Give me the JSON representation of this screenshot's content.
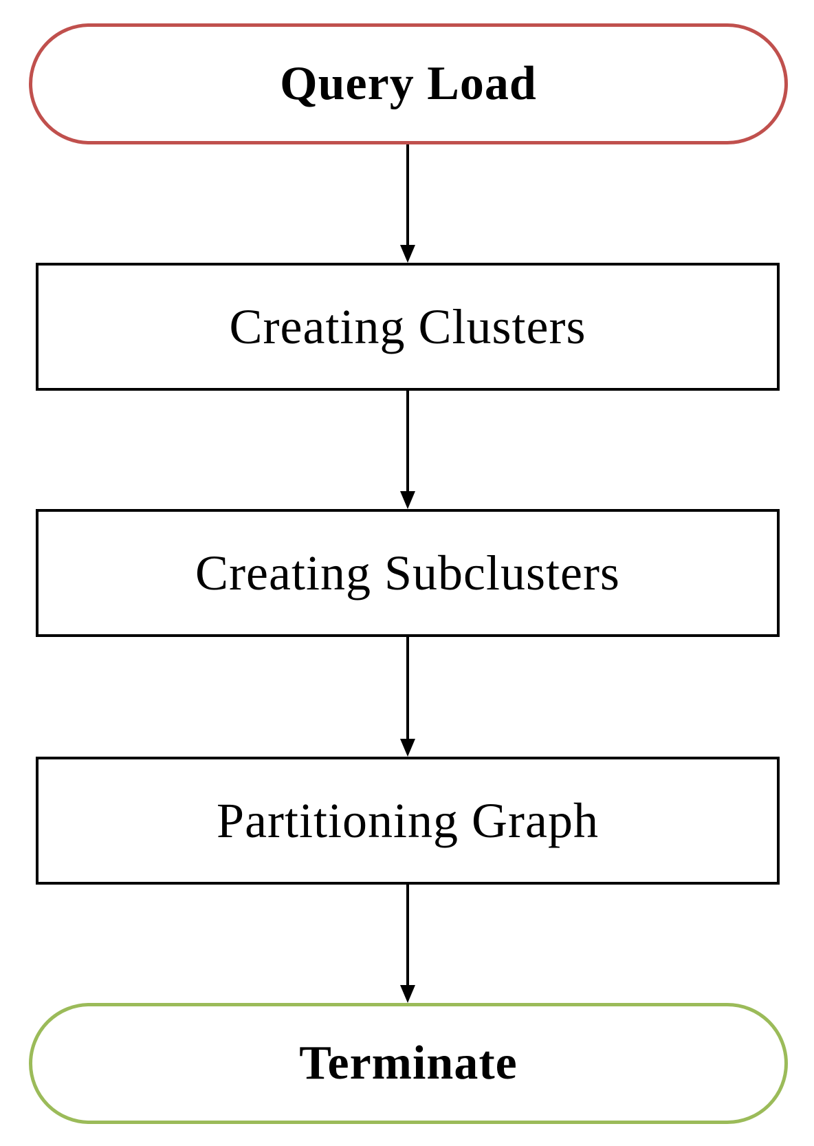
{
  "colors": {
    "start_border": "#c0504d",
    "end_border": "#9bbb59",
    "box_border": "#000000",
    "arrow": "#000000"
  },
  "nodes": [
    {
      "id": "start",
      "shape": "terminal",
      "label": "Query Load"
    },
    {
      "id": "clusters",
      "shape": "process",
      "label": "Creating Clusters"
    },
    {
      "id": "subclusters",
      "shape": "process",
      "label": "Creating Subclusters"
    },
    {
      "id": "partition",
      "shape": "process",
      "label": "Partitioning Graph"
    },
    {
      "id": "end",
      "shape": "terminal",
      "label": "Terminate"
    }
  ],
  "edges": [
    {
      "from": "start",
      "to": "clusters"
    },
    {
      "from": "clusters",
      "to": "subclusters"
    },
    {
      "from": "subclusters",
      "to": "partition"
    },
    {
      "from": "partition",
      "to": "end"
    }
  ]
}
